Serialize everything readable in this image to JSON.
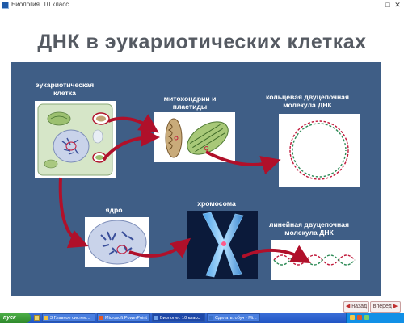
{
  "window": {
    "title": "Биология. 10 класс",
    "max_glyph": "□",
    "close_glyph": "✕"
  },
  "slide": {
    "title": "ДНК в эукариотических клетках",
    "labels": {
      "eukaryotic_cell": "эукариотическая клетка",
      "mito_plastids": "митохондрии и пластиды",
      "circular_dna": "кольцевая двуцепочная молекула ДНК",
      "nucleus": "ядро",
      "chromosome": "хромосома",
      "linear_dna": "линейная двуцепочная молекула ДНК"
    },
    "colors": {
      "panel": "#3f5e86",
      "arrow": "#b0102a",
      "title": "#555a62"
    }
  },
  "nav": {
    "back_label": "назад",
    "forward_label": "вперед"
  },
  "taskbar": {
    "start_label": "пуск",
    "tasks": [
      "3 Главное систем...",
      "Microsoft PowerPoint",
      "Биология. 10 класс",
      "Сделать: обуч - Mi..."
    ],
    "clock": ""
  }
}
